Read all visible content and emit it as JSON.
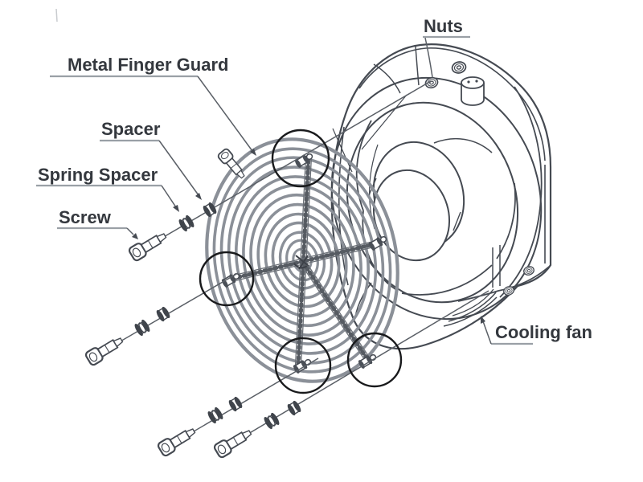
{
  "figure": {
    "labels": {
      "nuts": "Nuts",
      "metal_finger_guard": "Metal Finger Guard",
      "spacer": "Spacer",
      "spring_spacer": "Spring Spacer",
      "screw": "Screw",
      "cooling_fan": "Cooling fan"
    },
    "colors": {
      "background": "#ffffff",
      "linework": "#454a52",
      "guard_rings": "#8b9098",
      "callout_circle": "#191a1c",
      "label_text": "#34383e",
      "label_underline": "#9aa0a6"
    },
    "counts": {
      "callout_circles": 4,
      "screw_assemblies": 4,
      "guard_rings": 13
    }
  }
}
